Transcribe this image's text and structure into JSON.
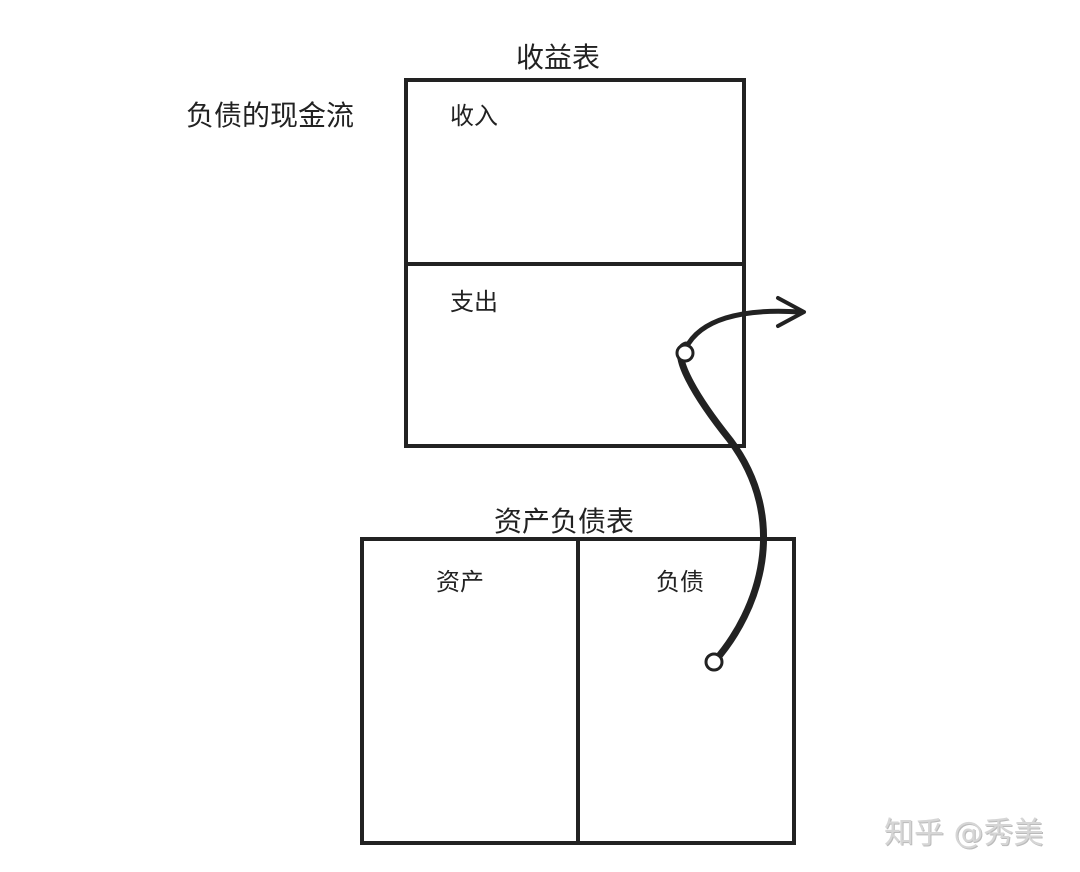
{
  "income_statement": {
    "title": "收益表",
    "income_label": "收入",
    "expense_label": "支出"
  },
  "side_label": "负债的现金流",
  "balance_sheet": {
    "title": "资产负债表",
    "assets_label": "资产",
    "liabilities_label": "负债"
  },
  "watermark": "知乎 @秀美",
  "colors": {
    "line": "#222222",
    "watermark": "#d6d6d6"
  }
}
